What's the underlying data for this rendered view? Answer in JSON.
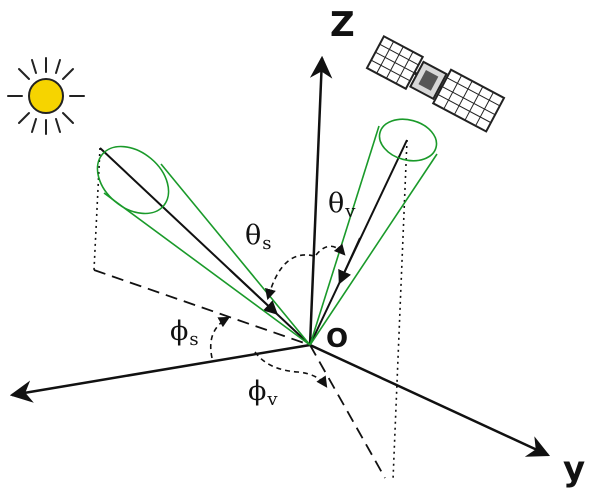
{
  "axes": {
    "z": "Z",
    "y": "y"
  },
  "origin": "O",
  "angles": {
    "theta_s": {
      "symbol": "θ",
      "sub": "s"
    },
    "theta_v": {
      "symbol": "θ",
      "sub": "v"
    },
    "phi_s": {
      "symbol": "ϕ",
      "sub": "s"
    },
    "phi_v": {
      "symbol": "ϕ",
      "sub": "v"
    }
  },
  "colors": {
    "ink": "#111111",
    "cone": "#1a9a2a",
    "sun": "#f6d400",
    "sun_outline": "#222222"
  },
  "icons": {
    "sun": "sun-icon",
    "satellite": "satellite-icon"
  }
}
